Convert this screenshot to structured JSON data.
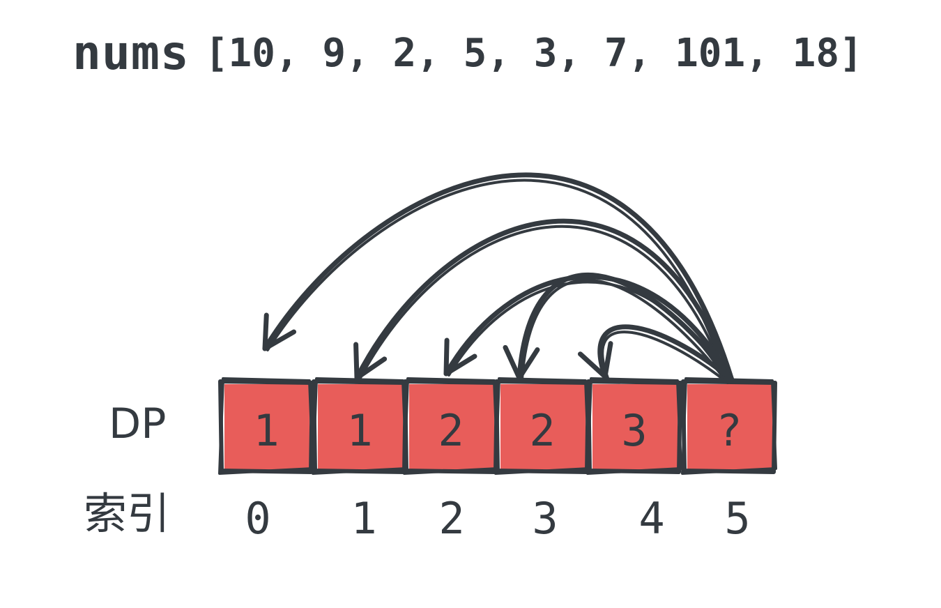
{
  "title": {
    "label": "nums",
    "array_text": "[10, 9, 2, 5, 3, 7, 101, 18]"
  },
  "rows": {
    "dp_label": "DP",
    "index_label": "索引"
  },
  "cells": [
    {
      "dp": "1",
      "index": "0"
    },
    {
      "dp": "1",
      "index": "1"
    },
    {
      "dp": "2",
      "index": "2"
    },
    {
      "dp": "2",
      "index": "3"
    },
    {
      "dp": "3",
      "index": "4"
    },
    {
      "dp": "?",
      "index": "5"
    }
  ],
  "arrows": {
    "from_index": 5,
    "to_indices": [
      0,
      1,
      2,
      3,
      4
    ]
  },
  "colors": {
    "cell_fill": "#e85d5a",
    "stroke": "#343a40",
    "text": "#343a40"
  }
}
